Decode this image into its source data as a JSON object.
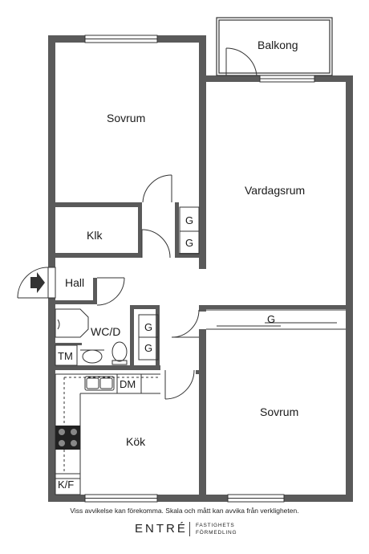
{
  "rooms": {
    "balkong": "Balkong",
    "sovrum_top": "Sovrum",
    "vardagsrum": "Vardagsrum",
    "klk": "Klk",
    "hall": "Hall",
    "wcd": "WC/D",
    "tm": "TM",
    "dm": "DM",
    "kok": "Kök",
    "kf": "K/F",
    "sovrum_bottom": "Sovrum"
  },
  "closets": {
    "g_upper_1": "G",
    "g_upper_2": "G",
    "g_hall_1": "G",
    "g_hall_2": "G",
    "g_sovrum": "G"
  },
  "footer": {
    "disclaimer": "Viss avvikelse kan förekomma. Skala och mått kan avvika från verkligheten.",
    "brand": "ENTRÉ",
    "brand_sub_1": "FASTIGHETS",
    "brand_sub_2": "FÖRMEDLING"
  },
  "colors": {
    "wall": "#5a5a5a",
    "line": "#1a1a1a"
  }
}
